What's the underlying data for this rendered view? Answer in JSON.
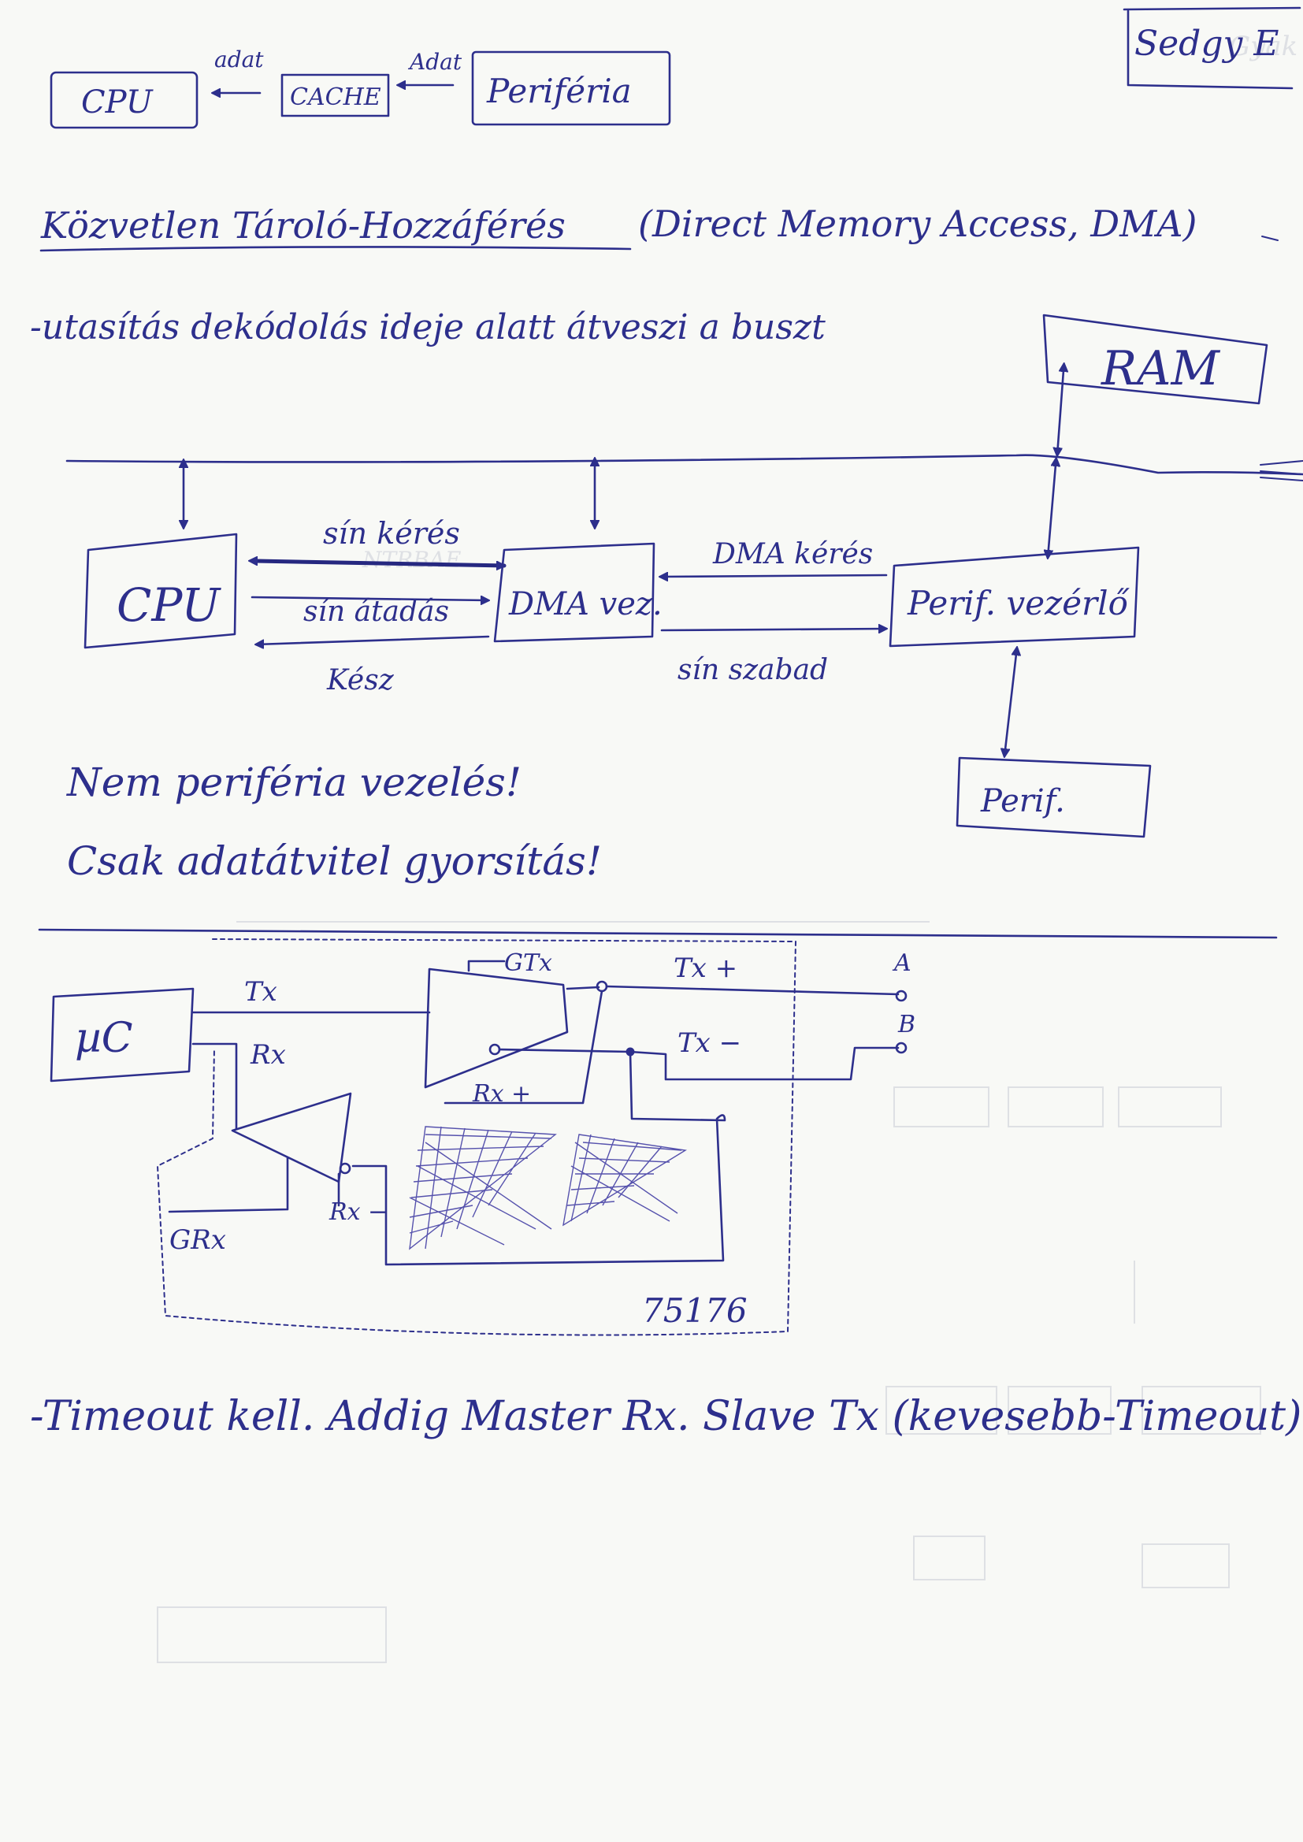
{
  "corner_label": "Sedgy E",
  "top_chain": {
    "cpu": "CPU",
    "arrow1_label": "adat",
    "cache": "CACHE",
    "arrow2_label": "Adat",
    "periferia": "Periféria"
  },
  "heading": "Közvetlen Tároló-Hozzáférés",
  "heading_paren": "(Direct Memory Access, DMA)",
  "line1": "-utasítás dekódolás ideje alatt átveszi a buszt",
  "dma_diagram": {
    "ram": "RAM",
    "cpu": "CPU",
    "dma": "DMA vez.",
    "perif_ctrl": "Perif. vezérlő",
    "perif": "Perif.",
    "sin_keres": "sín kérés",
    "sin_atadas": "sín átadás",
    "kesz": "Kész",
    "dma_keres": "DMA kérés",
    "sin_szabad": "sín szabad"
  },
  "note1": "Nem periféria vezelés!",
  "note2": "Csak adatátvitel gyorsítás!",
  "rs485": {
    "uc": "µC",
    "tx": "Tx",
    "rx": "Rx",
    "gtx": "GTx",
    "txp": "Tx +",
    "txm": "Tx −",
    "rxp": "Rx +",
    "rxm": "Rx −",
    "grx": "GRx",
    "a": "A",
    "b": "B",
    "chip": "75176"
  },
  "footer": "-Timeout kell. Addig Master Rx. Slave Tx (kevesebb-Timeout)"
}
